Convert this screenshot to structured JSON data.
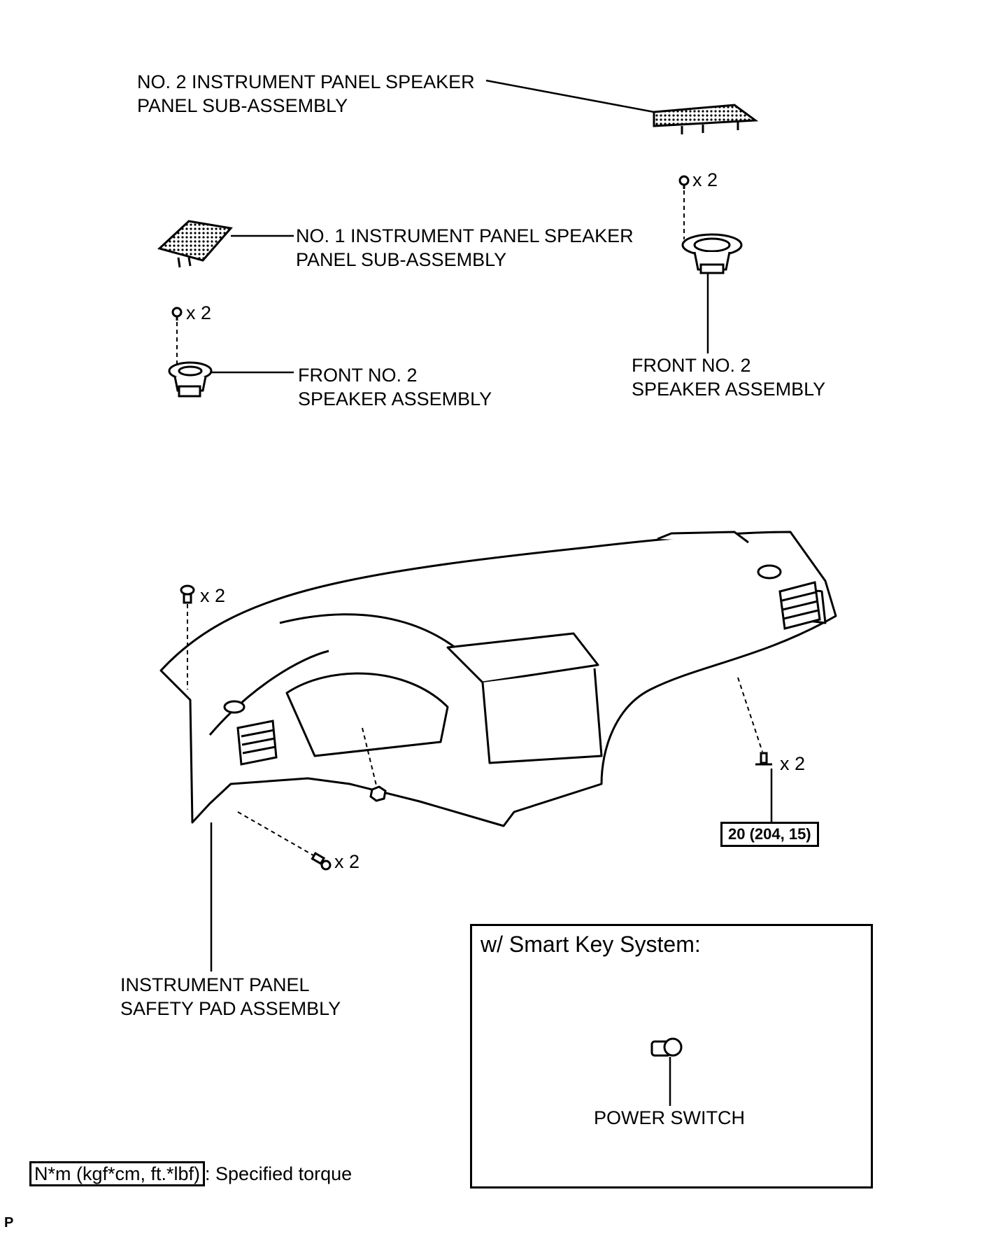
{
  "labels": {
    "no2_panel": [
      "NO. 2 INSTRUMENT PANEL SPEAKER",
      "PANEL SUB-ASSEMBLY"
    ],
    "no1_panel": [
      "NO. 1 INSTRUMENT PANEL SPEAKER",
      "PANEL SUB-ASSEMBLY"
    ],
    "speaker_left": [
      "FRONT NO. 2",
      "SPEAKER ASSEMBLY"
    ],
    "speaker_right": [
      "FRONT NO. 2",
      "SPEAKER ASSEMBLY"
    ],
    "safety_pad": [
      "INSTRUMENT PANEL",
      "SAFETY PAD ASSEMBLY"
    ],
    "power_switch": "POWER SWITCH"
  },
  "quantities": {
    "screw_right_speaker": "x 2",
    "screw_left_speaker": "x 2",
    "bolt_top_left": "x 2",
    "bolt_bottom_left": "x 2",
    "bolt_right": "x 2"
  },
  "torque_value": "20 (204, 15)",
  "smart_key_title": "w/ Smart Key System:",
  "legend": {
    "unit": "N*m (kgf*cm, ft.*lbf)",
    "text": ": Specified torque"
  },
  "corner_mark": "P"
}
